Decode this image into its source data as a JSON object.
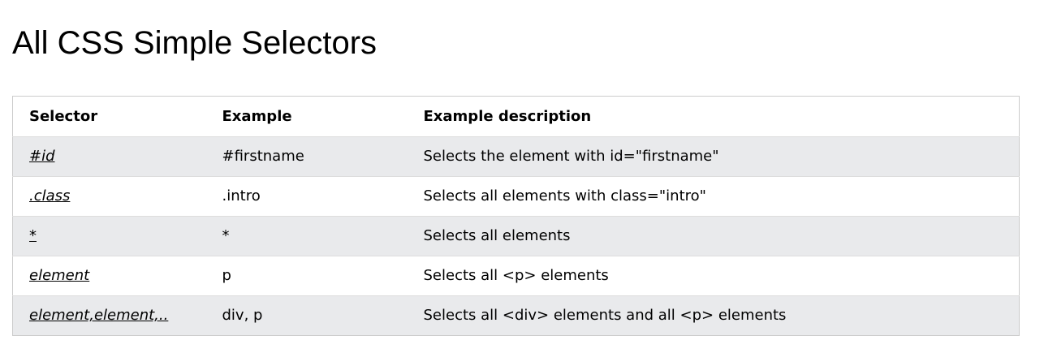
{
  "page": {
    "title": "All CSS Simple Selectors"
  },
  "table": {
    "headers": [
      "Selector",
      "Example",
      "Example description"
    ],
    "rows": [
      {
        "selector": "#id",
        "example": "#firstname",
        "description": "Selects the element with id=\"firstname\""
      },
      {
        "selector": ".class",
        "example": ".intro",
        "description": "Selects all elements with class=\"intro\""
      },
      {
        "selector": "*",
        "example": "*",
        "description": "Selects all elements"
      },
      {
        "selector": "element",
        "example": "p",
        "description": "Selects all <p> elements"
      },
      {
        "selector": "element,element,..",
        "example": "div, p",
        "description": "Selects all <div> elements and all <p> elements"
      }
    ]
  },
  "colors": {
    "stripe": "#e9eaec",
    "border": "#cccccc"
  }
}
